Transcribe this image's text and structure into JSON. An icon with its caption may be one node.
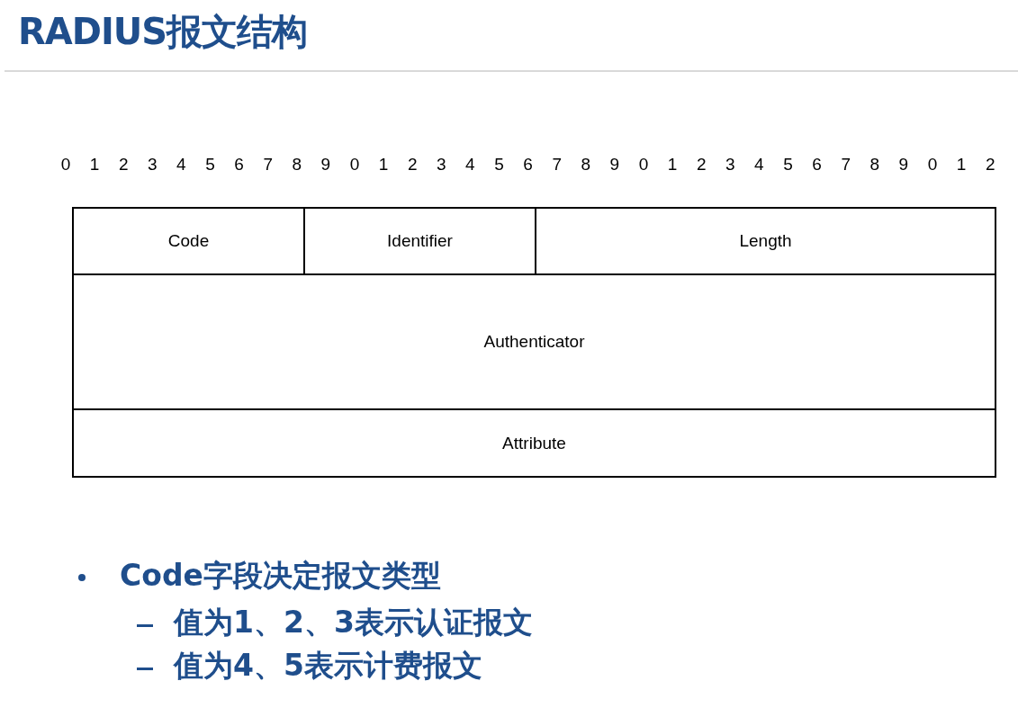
{
  "diagram": {
    "title": "RADIUS报文结构",
    "nodes": [
      {
        "text": [
          "Code"
        ]
      },
      {
        "text": [
          "Identifier"
        ]
      },
      {
        "text": [
          "Length"
        ]
      },
      {
        "text": [
          "Authenticator"
        ]
      },
      {
        "text": [
          "Attribute"
        ]
      }
    ],
    "edges": [],
    "labels": [
      "0",
      "1",
      "2",
      "3",
      "4",
      "5",
      "6",
      "7",
      "8",
      "9",
      "0",
      "1",
      "2",
      "3",
      "4",
      "5",
      "6",
      "7",
      "8",
      "9",
      "0",
      "1",
      "2",
      "3",
      "4",
      "5",
      "6",
      "7",
      "8",
      "9",
      "0",
      "1",
      "2",
      "Code字段决定报文类型",
      "值为1、2、3表示认证报文",
      "值为4、5表示计费报文"
    ]
  }
}
